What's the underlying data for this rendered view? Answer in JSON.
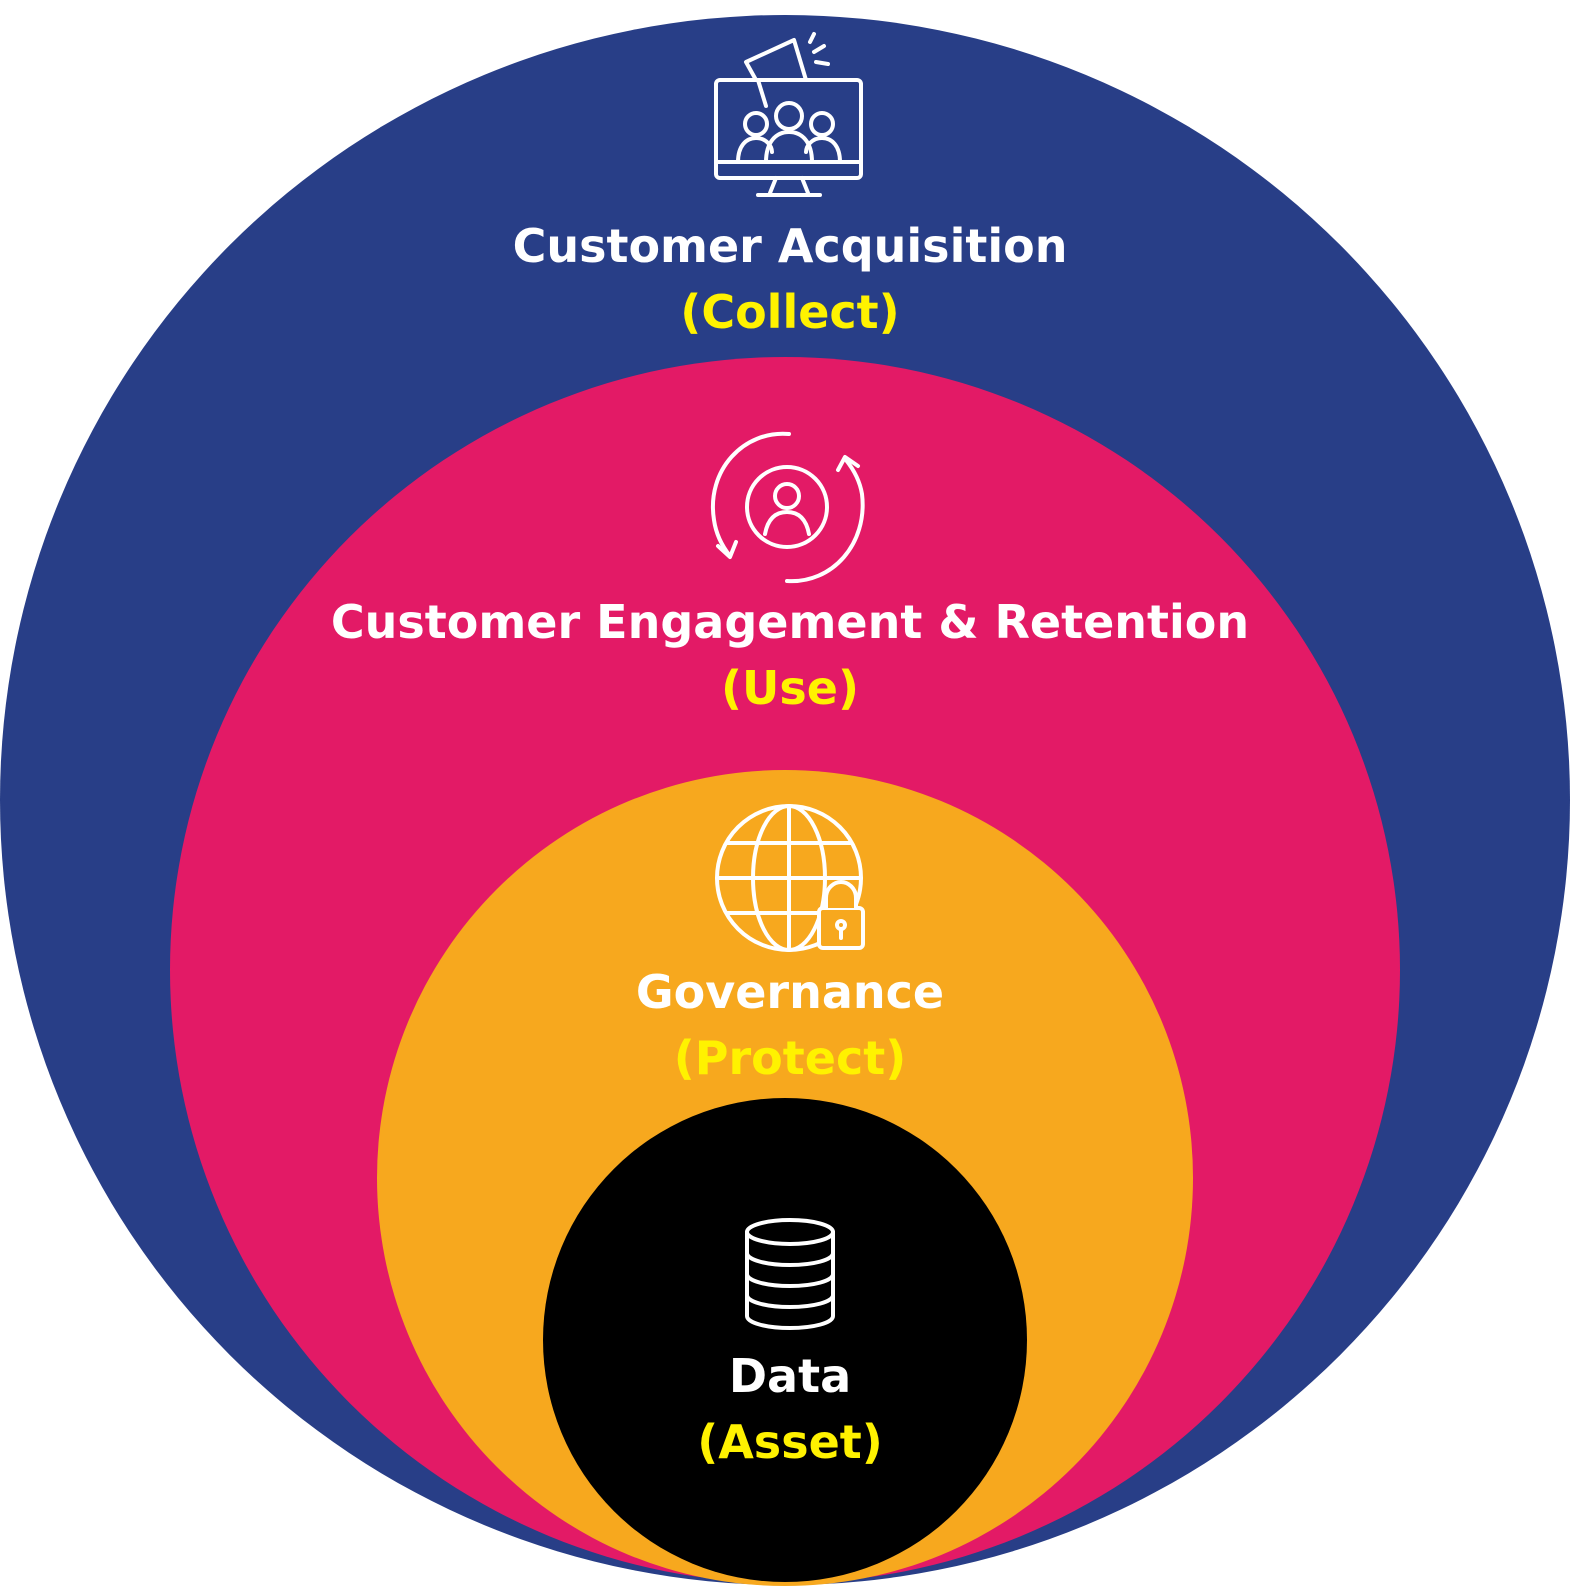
{
  "layers": [
    {
      "title": "Customer Acquisition",
      "subtitle": "(Collect)",
      "color": "#283E87",
      "icon": "megaphone-monitor-audience-icon"
    },
    {
      "title": "Customer Engagement & Retention",
      "subtitle": "(Use)",
      "color": "#E31A66",
      "icon": "user-cycle-arrows-icon"
    },
    {
      "title": "Governance",
      "subtitle": "(Protect)",
      "color": "#F7A81E",
      "icon": "globe-lock-icon"
    },
    {
      "title": "Data",
      "subtitle": "(Asset)",
      "color": "#000000",
      "icon": "database-icon"
    }
  ],
  "colors": {
    "title_text": "#FFFFFF",
    "subtitle_text": "#FFF200"
  }
}
